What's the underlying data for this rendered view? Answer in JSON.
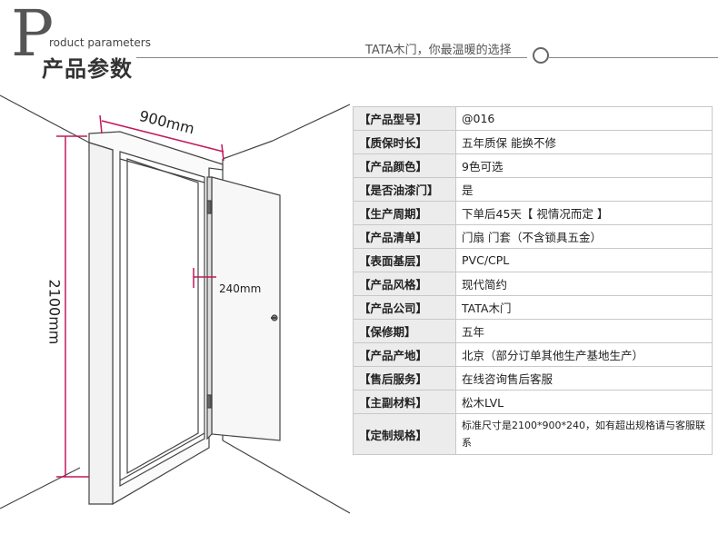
{
  "header": {
    "big_letter": "P",
    "subtitle_en": "roduct parameters",
    "title_cn": "产品参数",
    "slogan": "TATA木门，你最温暖的选择"
  },
  "dimensions": {
    "width": "900mm",
    "height": "2100mm",
    "thickness": "240mm"
  },
  "specs": [
    {
      "label": "【产品型号】",
      "value": "@016"
    },
    {
      "label": "【质保时长】",
      "value": "五年质保 能换不修"
    },
    {
      "label": "【产品颜色】",
      "value": "9色可选"
    },
    {
      "label": "【是否油漆门】",
      "value": "是"
    },
    {
      "label": "【生产周期】",
      "value": "下单后45天【 视情况而定 】"
    },
    {
      "label": "【产品清单】",
      "value": "门扇 门套（不含锁具五金）"
    },
    {
      "label": "【表面基层】",
      "value": "PVC/CPL"
    },
    {
      "label": "【产品风格】",
      "value": "现代简约"
    },
    {
      "label": "【产品公司】",
      "value": "TATA木门"
    },
    {
      "label": "【保修期】",
      "value": "五年"
    },
    {
      "label": "【产品产地】",
      "value": "北京（部分订单其他生产基地生产）"
    },
    {
      "label": "【售后服务】",
      "value": "在线咨询售后客服"
    },
    {
      "label": "【主副材料】",
      "value": "松木LVL"
    },
    {
      "label": "【定制规格】",
      "value": "标准尺寸是2100*900*240，如有超出规格请与客服联系"
    }
  ]
}
